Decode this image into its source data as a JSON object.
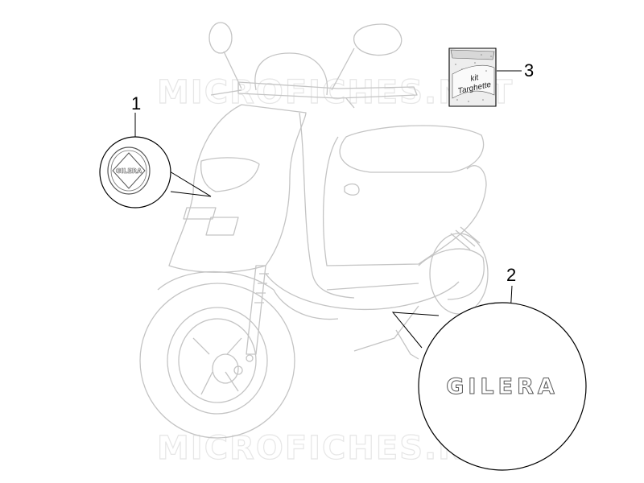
{
  "watermark": {
    "text": "MICROFICHES.NET"
  },
  "callouts": [
    {
      "id": "1",
      "label": "1"
    },
    {
      "id": "2",
      "label": "2"
    },
    {
      "id": "3",
      "label": "3"
    }
  ],
  "kit_bag": {
    "line1": "kit",
    "line2": "Targhette"
  },
  "brand_logo": {
    "text": "GILERA"
  },
  "colors": {
    "outline": "#c4c4c4",
    "ink": "#000000",
    "watermark": "#e6e6e6"
  }
}
